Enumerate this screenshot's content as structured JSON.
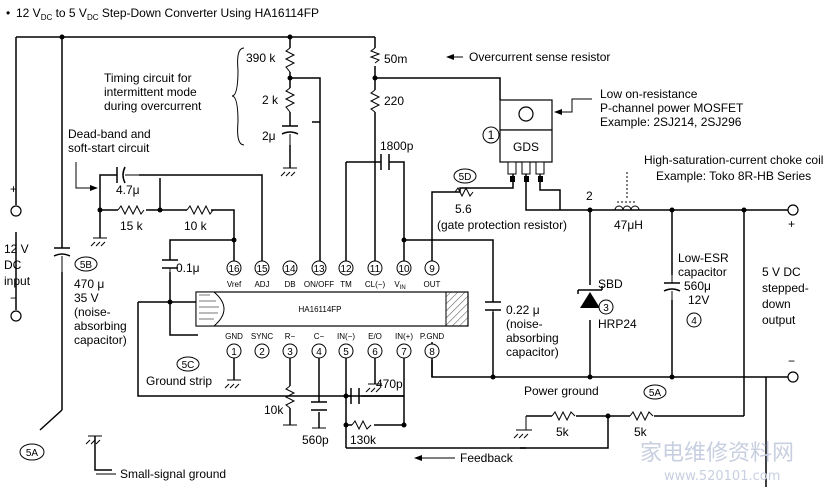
{
  "title": {
    "bullet": "•",
    "a": "12 V",
    "a_sub": "DC",
    "b": " to 5 V",
    "b_sub": "DC",
    "c": " Step-Down Converter Using HA16114FP"
  },
  "chip": {
    "name": "HA16114FP",
    "top_pins": [
      {
        "num": "16",
        "label": "Vref"
      },
      {
        "num": "15",
        "label": "ADJ"
      },
      {
        "num": "14",
        "label": "DB"
      },
      {
        "num": "13",
        "label": "ON/OFF"
      },
      {
        "num": "12",
        "label": "TM"
      },
      {
        "num": "11",
        "label": "CL(−)"
      },
      {
        "num": "10",
        "label": "V",
        "label_sub": "IN"
      },
      {
        "num": "9",
        "label": "OUT"
      }
    ],
    "bottom_pins": [
      {
        "num": "1",
        "label": "GND"
      },
      {
        "num": "2",
        "label": "SYNC"
      },
      {
        "num": "3",
        "label": "R−"
      },
      {
        "num": "4",
        "label": "C−"
      },
      {
        "num": "5",
        "label": "IN(−)"
      },
      {
        "num": "6",
        "label": "E/O"
      },
      {
        "num": "7",
        "label": "IN(+)"
      },
      {
        "num": "8",
        "label": "P.GND"
      }
    ]
  },
  "labels": {
    "r390k": "390 k",
    "r2k": "2 k",
    "c2u": "2μ",
    "r50m": "50m",
    "r220": "220",
    "c1800p": "1800p",
    "overcurrent": "Overcurrent sense resistor",
    "timing": [
      "Timing circuit for",
      "intermittent mode",
      "during overcurrent"
    ],
    "deadband": [
      "Dead-band and",
      "soft-start circuit"
    ],
    "c47u": "4.7μ",
    "r15k": "15 k",
    "r10k_a": "10 k",
    "c01u": "0.1μ",
    "mosfet": [
      "Low on-resistance",
      "P-channel power MOSFET",
      "Example: 2SJ214, 2SJ296"
    ],
    "m1": "1",
    "gds": "GDS",
    "r56": "5.6",
    "gate": "(gate protection resistor)",
    "m5d": "5D",
    "node2": "2",
    "choke": [
      "High-saturation-current choke coil",
      "Example: Toko 8R-HB Series"
    ],
    "l47u": "47μH",
    "input": [
      "12 V",
      "DC",
      "input"
    ],
    "c470u": [
      "470 μ",
      "35 V",
      "(noise-",
      "absorbing",
      "capacitor)"
    ],
    "m5b": "5B",
    "c022u": [
      "0.22 μ",
      "(noise-",
      "absorbing",
      "capacitor)"
    ],
    "sbd": "SBD",
    "m3": "3",
    "hrp24": "HRP24",
    "lowesr": [
      "Low-ESR",
      "capacitor",
      "560μ",
      "12V"
    ],
    "m4": "4",
    "output": [
      "5 V DC",
      "stepped-",
      "down",
      "output"
    ],
    "m5c": "5C",
    "groundstrip": "Ground strip",
    "r10k_b": "10k",
    "c560p": "560p",
    "r130k": "130k",
    "c470p": "470p",
    "powerground": "Power ground",
    "m5a": "5A",
    "r5k_a": "5k",
    "r5k_b": "5k",
    "feedback": "Feedback",
    "smallsignal": "Small-signal ground",
    "plus": "+",
    "minus": "−",
    "watermark": "家电维修资料网",
    "watermark_url": "www.520101.com"
  }
}
